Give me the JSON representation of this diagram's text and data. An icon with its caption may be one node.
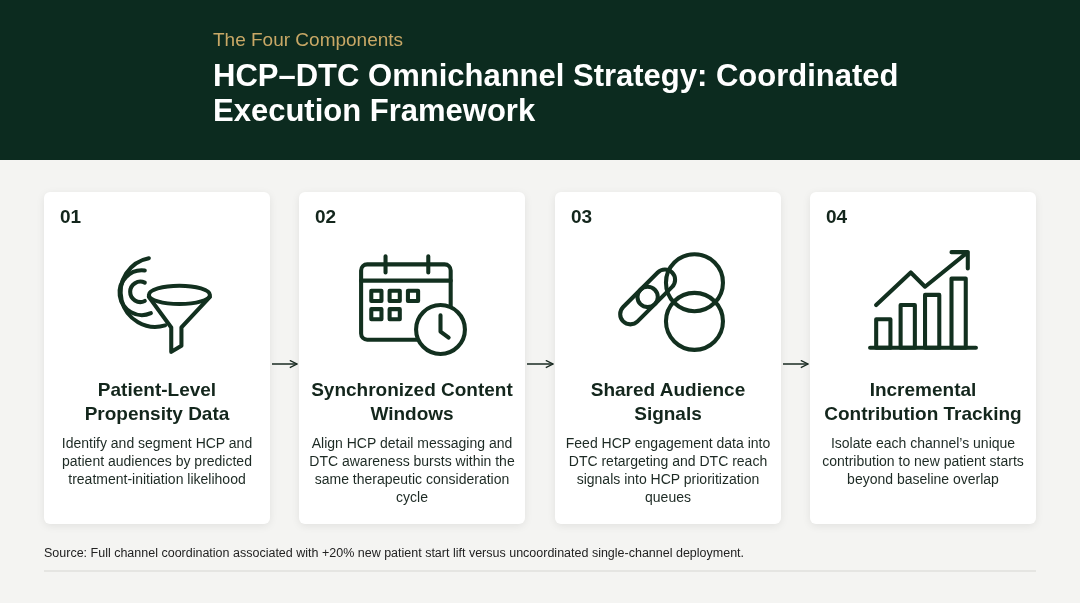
{
  "diagram": {
    "title": "HCP–DTC Omnichannel Strategy: Coordinated Execution Framework",
    "caption": "Source: Full channel coordination associated with +20% new patient start lift versus uncoordinated single-channel deployment.",
    "nodes": [
      {
        "text": [
          "01",
          "Patient-Level Propensity Data",
          "Identify and segment HCP and patient audiences by predicted treatment-initiation likelihood"
        ]
      },
      {
        "text": [
          "02",
          "Synchronized Content Windows",
          "Align HCP detail messaging and DTC awareness bursts within the same therapeutic consideration cycle"
        ]
      },
      {
        "text": [
          "03",
          "Shared Audience Signals",
          "Feed HCP engagement data into DTC retargeting and DTC reach signals into HCP prioritization queues"
        ]
      },
      {
        "text": [
          "04",
          "Incremental Contribution Tracking",
          "Isolate each channel’s unique contribution to new patient starts beyond baseline overlap"
        ]
      }
    ],
    "edges": [
      {
        "from": 0,
        "to": 1,
        "arrow": "to"
      },
      {
        "from": 1,
        "to": 2,
        "arrow": "to"
      },
      {
        "from": 2,
        "to": 3,
        "arrow": "to"
      }
    ],
    "labels": [
      "The Four Components"
    ]
  }
}
